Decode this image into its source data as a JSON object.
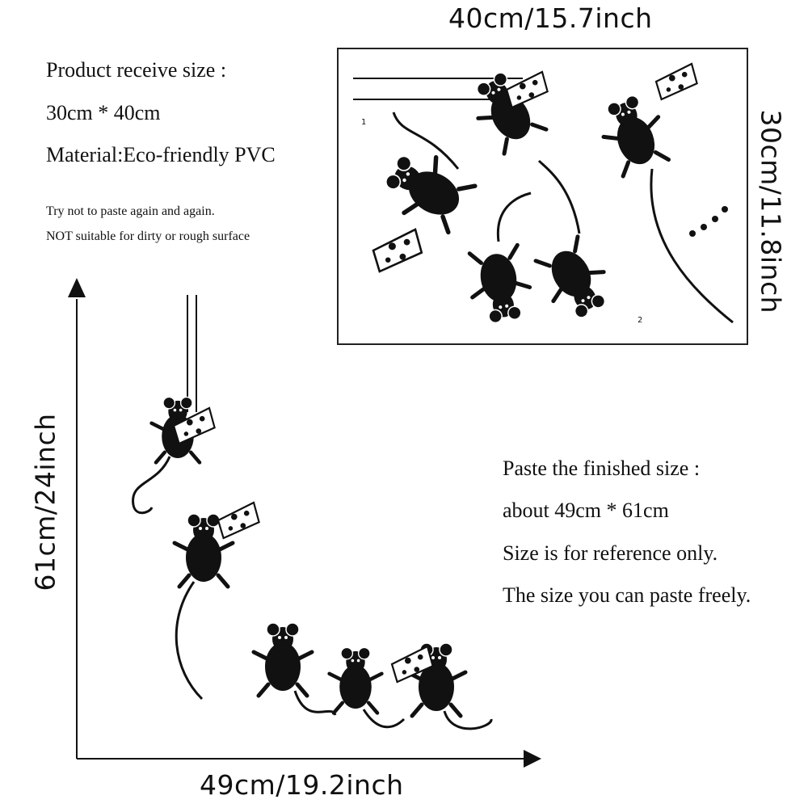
{
  "sheet_spec": {
    "receive_size_label": "Product receive size :",
    "receive_size_value": "30cm * 40cm",
    "material": "Material:Eco-friendly PVC",
    "note_1": "Try not to paste again and again.",
    "note_2": "NOT suitable for dirty or rough surface"
  },
  "finished_spec": {
    "label": "Paste the finished size :",
    "value": "about 49cm * 61cm",
    "note_1": "Size is for reference only.",
    "note_2": "The size you can paste freely."
  },
  "dimensions": {
    "sheet_width": "40cm/15.7inch",
    "sheet_height": "30cm/11.8inch",
    "finished_height": "61cm/24inch",
    "finished_width": "49cm/19.2inch"
  },
  "sheet_markers": {
    "marker_1": "1",
    "marker_2": "2"
  },
  "colors": {
    "ink": "#111111",
    "cheese": "#ffffff",
    "background": "#ffffff"
  },
  "icons": {
    "mouse": "mouse-silhouette-icon",
    "cheese": "cheese-wedge-icon",
    "arrow": "arrow-head-icon"
  }
}
